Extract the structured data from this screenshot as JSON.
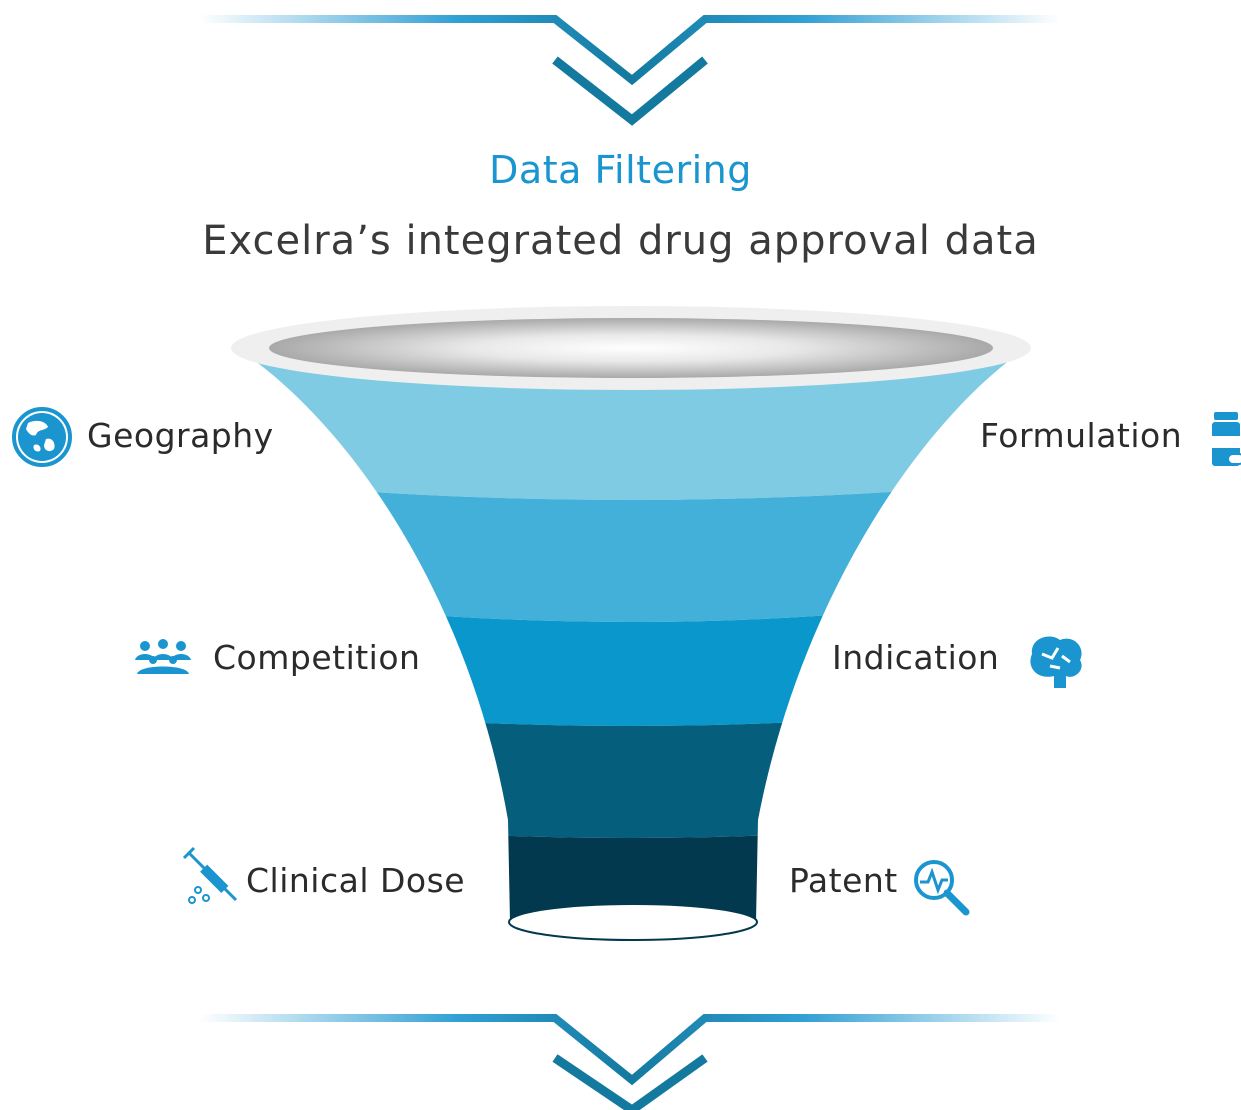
{
  "header": {
    "title": "Data Filtering",
    "subtitle": "Excelra’s integrated drug approval data"
  },
  "funnel": {
    "layer_colors": [
      "#7fcbe3",
      "#42b0d8",
      "#0a98cc",
      "#055e7c",
      "#02394f"
    ]
  },
  "labels": {
    "left": [
      {
        "text": "Geography",
        "icon": "globe-icon"
      },
      {
        "text": "Competition",
        "icon": "people-group-icon"
      },
      {
        "text": "Clinical Dose",
        "icon": "syringe-icon"
      }
    ],
    "right": [
      {
        "text": "Formulation",
        "icon": "medicine-bottle-icon"
      },
      {
        "text": "Indication",
        "icon": "brain-icon"
      },
      {
        "text": "Patent",
        "icon": "magnifier-pulse-icon"
      }
    ]
  },
  "colors": {
    "accent": "#1a95cf",
    "chevron": "#13799f",
    "text": "#2b2b2b"
  }
}
